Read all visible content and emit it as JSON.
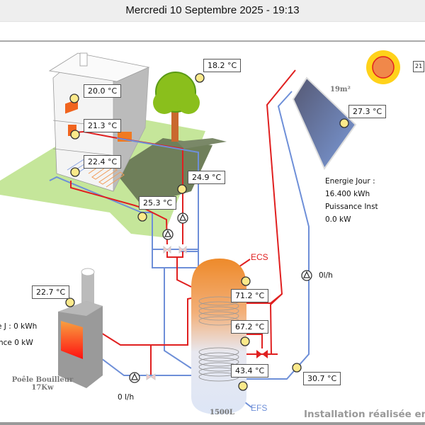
{
  "header": {
    "datetime": "Mercredi 10 Septembre 2025 - 19:13"
  },
  "sensors": {
    "outdoor": "18.2 °C",
    "floor2_room": "20.0 °C",
    "floor1_room": "21.3 °C",
    "ground_floor": "22.4 °C",
    "heating_supply": "24.9 °C",
    "floor_heating_supply": "25.3 °C",
    "solar_panel": "27.3 °C",
    "stove": "22.7 °C",
    "tank_top": "71.2 °C",
    "tank_middle": "67.2 °C",
    "tank_bottom": "43.4 °C",
    "solar_return": "30.7 °C",
    "sun_partial": "21"
  },
  "solar": {
    "area": "19m²",
    "energy_label": "Energie Jour :",
    "energy_value": "16.400 kWh",
    "power_label": "Puissance Inst",
    "power_value": "0.0 kW",
    "flow": "0l/h"
  },
  "stove": {
    "name_line1": "Poêle Bouilleur",
    "name_line2": "17Kw",
    "energy_partial": "e J : 0 kWh",
    "power_partial": "nce  0 kW",
    "flow": "0 l/h"
  },
  "tank": {
    "capacity": "1500L",
    "hot_label": "ECS",
    "cold_label": "EFS"
  },
  "footer": {
    "credit": "Installation réalisée en"
  },
  "colors": {
    "hot": "#e02020",
    "cold": "#6e8fd8",
    "sensor": "#fbe98a",
    "grass": "#c5e69a"
  }
}
